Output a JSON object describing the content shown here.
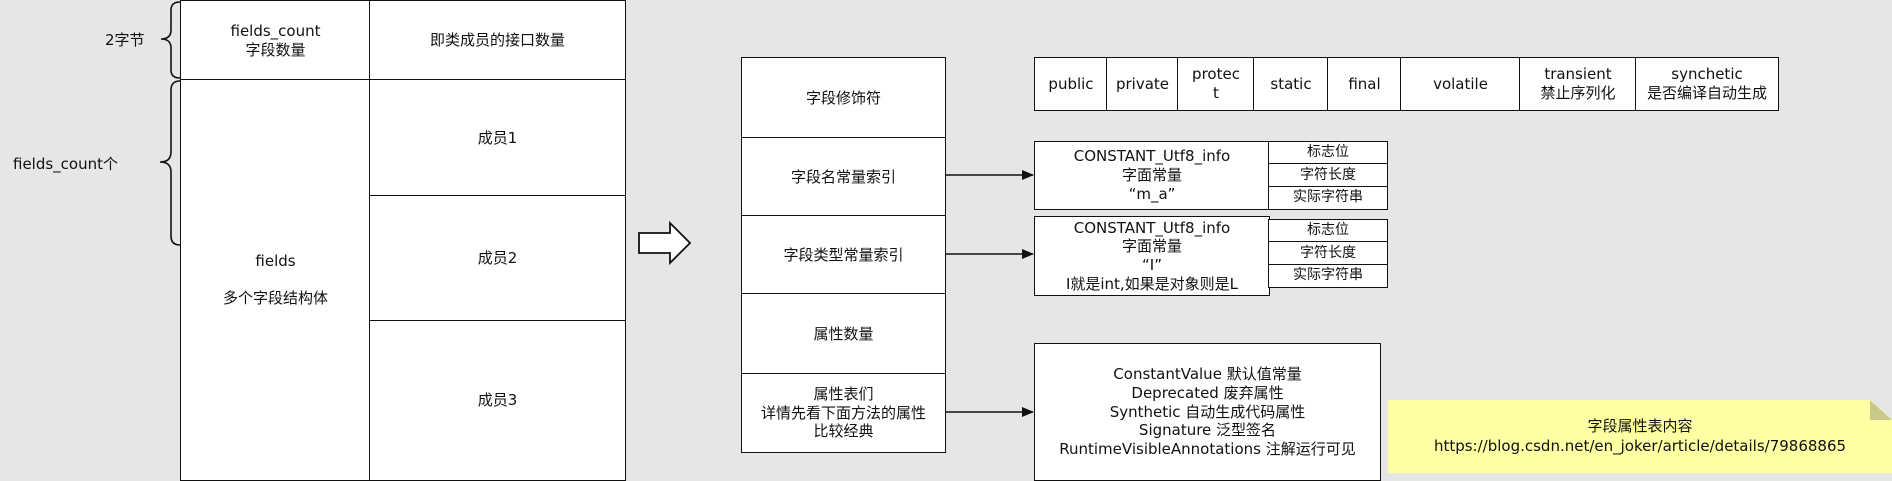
{
  "left": {
    "two_bytes_label": "2字节",
    "count_label": "fields_count个",
    "fields_count_cell": "fields_count\n字段数量",
    "fields_count_desc": "即类成员的接口数量",
    "fields_cell": "fields\n\n多个字段结构体",
    "members": [
      "成员1",
      "成员2",
      "成员3"
    ]
  },
  "field_struct": {
    "rows": [
      "字段修饰符",
      "字段名常量索引",
      "字段类型常量索引",
      "属性数量",
      "属性表们\n详情先看下面方法的属性\n比较经典"
    ]
  },
  "modifiers": [
    "public",
    "private",
    "protec\nt",
    "static",
    "final",
    "volatile",
    "transient\n禁止序列化",
    "synchetic\n是否编译自动生成"
  ],
  "name_const": {
    "main": "CONSTANT_Utf8_info\n字面常量\n“m_a”",
    "parts": [
      "标志位",
      "字符长度",
      "实际字符串"
    ]
  },
  "type_const": {
    "main": "CONSTANT_Utf8_info\n字面常量\n“I”\nI就是int,如果是对象则是L",
    "parts": [
      "标志位",
      "字符长度",
      "实际字符串"
    ]
  },
  "attributes": {
    "text": "ConstantValue 默认值常量\nDeprecated 废弃属性\nSynthetic 自动生成代码属性\nSignature 泛型签名\nRuntimeVisibleAnnotations 注解运行可见"
  },
  "note": {
    "text": "字段属性表内容\nhttps://blog.csdn.net/en_joker/article/details/79868865"
  }
}
